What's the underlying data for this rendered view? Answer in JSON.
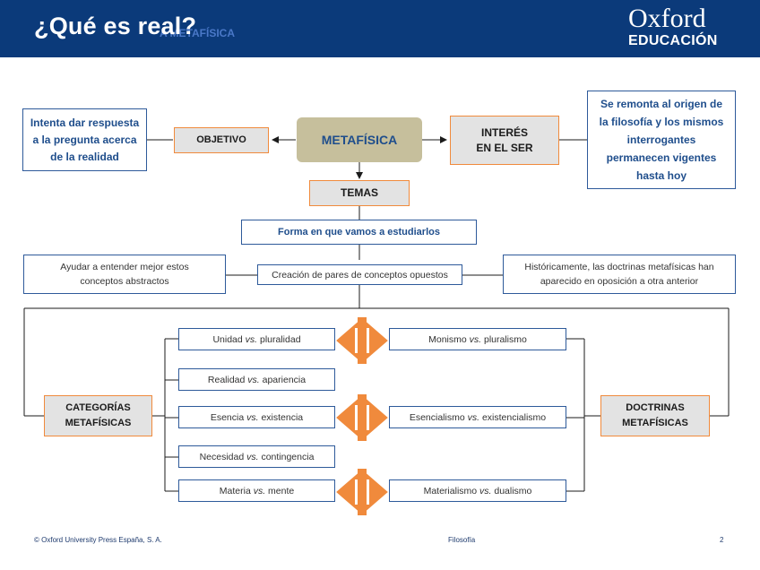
{
  "header": {
    "title": "¿Qué es real?",
    "subtitle": "A METAFÍSICA",
    "logo_top": "Oxford",
    "logo_bottom": "EDUCACIÓN"
  },
  "diagram": {
    "meta": "METAFÍSICA",
    "objetivo": "OBJETIVO",
    "objetivo_desc": [
      "Intenta dar respuesta",
      "a la pregunta acerca",
      "de la realidad"
    ],
    "interes": [
      "INTERÉS",
      "EN EL SER"
    ],
    "interes_desc": [
      "Se remonta al origen de",
      "la filosofía y los mismos",
      "interrogantes",
      "permanecen vigentes",
      "hasta hoy"
    ],
    "temas": "TEMAS",
    "forma": "Forma en que vamos a estudiarlos",
    "creacion": "Creación de pares de conceptos opuestos",
    "ayudar": [
      "Ayudar a entender mejor estos",
      "conceptos abstractos"
    ],
    "historicamente": [
      "Históricamente, las doctrinas metafísicas han",
      "aparecido en oposición a otra anterior"
    ],
    "categorias": [
      "CATEGORÍAS",
      "METAFÍSICAS"
    ],
    "doctrinas": [
      "DOCTRINAS",
      "METAFÍSICAS"
    ],
    "left_pairs": [
      {
        "a": "Unidad",
        "vs": "vs.",
        "b": "pluralidad"
      },
      {
        "a": "Realidad",
        "vs": "vs.",
        "b": "apariencia"
      },
      {
        "a": "Esencia",
        "vs": "vs.",
        "b": "existencia"
      },
      {
        "a": "Necesidad",
        "vs": "vs.",
        "b": "contingencia"
      },
      {
        "a": "Materia",
        "vs": "vs.",
        "b": "mente"
      }
    ],
    "right_pairs": [
      {
        "a": "Monismo",
        "vs": "vs.",
        "b": "pluralismo"
      },
      {
        "a": "Esencialismo",
        "vs": "vs.",
        "b": "existencialismo"
      },
      {
        "a": "Materialismo",
        "vs": "vs.",
        "b": "dualismo"
      }
    ]
  },
  "footer": {
    "copyright": "© Oxford University Press España, S. A.",
    "subject": "Filosofía",
    "page": "2"
  },
  "colors": {
    "header_bg": "#0b3a7a",
    "orange": "#f08a3c",
    "meta_bg": "#c6bf9c",
    "blue_text": "#1f4e8c"
  }
}
